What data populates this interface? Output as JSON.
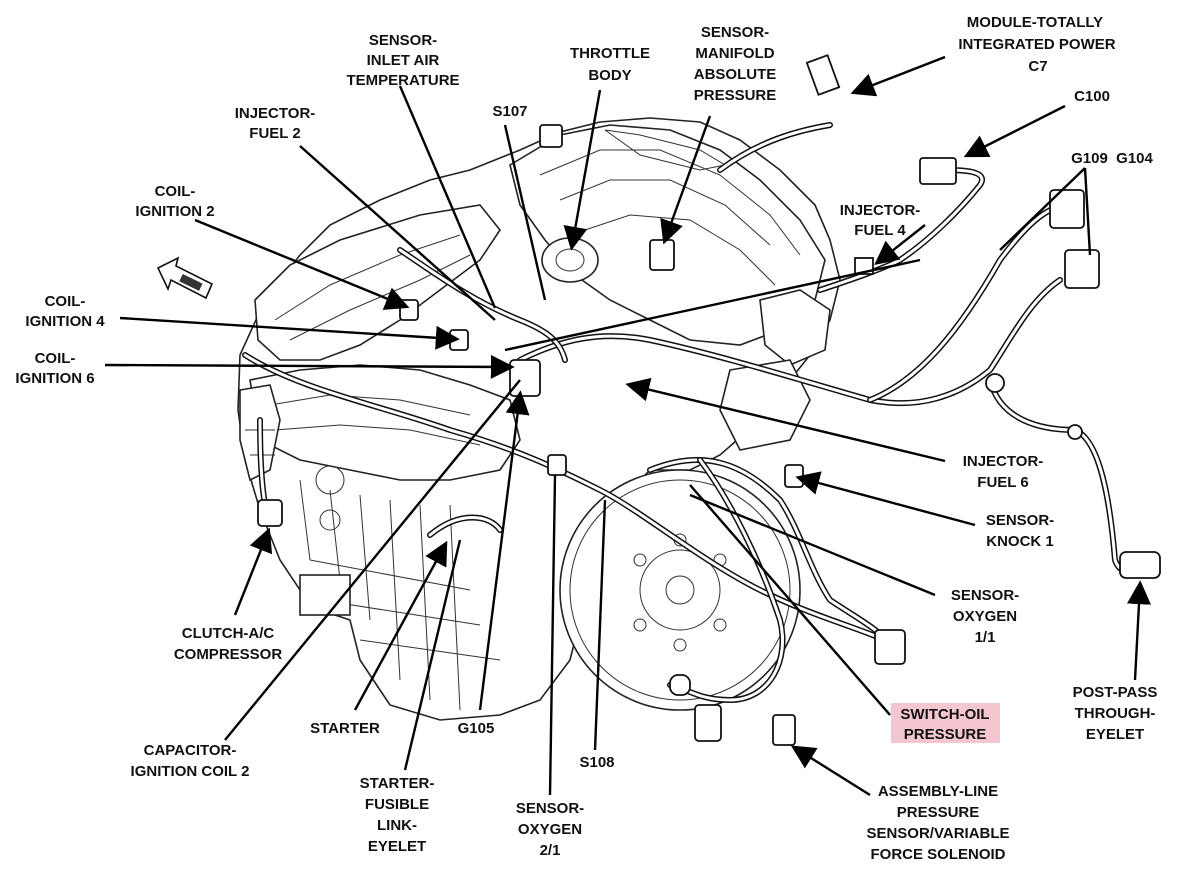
{
  "labels": {
    "module_tip": [
      "MODULE-TOTALLY",
      "INTEGRATED POWER",
      "C7"
    ],
    "c100": "C100",
    "g109_g104": "G109  G104",
    "sensor_map": [
      "SENSOR-",
      "MANIFOLD",
      "ABSOLUTE",
      "PRESSURE"
    ],
    "throttle_body": [
      "THROTTLE",
      "BODY"
    ],
    "sensor_iat": [
      "SENSOR-",
      "INLET AIR",
      "TEMPERATURE"
    ],
    "s107": "S107",
    "injector_fuel_2": [
      "INJECTOR-",
      "FUEL 2"
    ],
    "coil_ignition_2": [
      "COIL-",
      "IGNITION 2"
    ],
    "coil_ignition_4": [
      "COIL-",
      "IGNITION 4"
    ],
    "coil_ignition_6": [
      "COIL-",
      "IGNITION 6"
    ],
    "injector_fuel_4": [
      "INJECTOR-",
      "FUEL 4"
    ],
    "injector_fuel_6": [
      "INJECTOR-",
      "FUEL 6"
    ],
    "sensor_knock_1": [
      "SENSOR-",
      "KNOCK 1"
    ],
    "sensor_oxygen_11": [
      "SENSOR-",
      "OXYGEN",
      "1/1"
    ],
    "post_pass": [
      "POST-PASS",
      "THROUGH-",
      "EYELET"
    ],
    "switch_oil_pressure": [
      "SWITCH-OIL",
      "PRESSURE"
    ],
    "clutch_ac": [
      "CLUTCH-A/C",
      "COMPRESSOR"
    ],
    "starter": "STARTER",
    "g105": "G105",
    "capacitor": [
      "CAPACITOR-",
      "IGNITION COIL 2"
    ],
    "starter_fusible": [
      "STARTER-",
      "FUSIBLE",
      "LINK-",
      "EYELET"
    ],
    "s108": "S108",
    "sensor_oxygen_21": [
      "SENSOR-",
      "OXYGEN",
      "2/1"
    ],
    "assembly_line": [
      "ASSEMBLY-LINE",
      "PRESSURE",
      "SENSOR/VARIABLE",
      "FORCE SOLENOID"
    ]
  },
  "highlight_color": "#f4c6cf"
}
